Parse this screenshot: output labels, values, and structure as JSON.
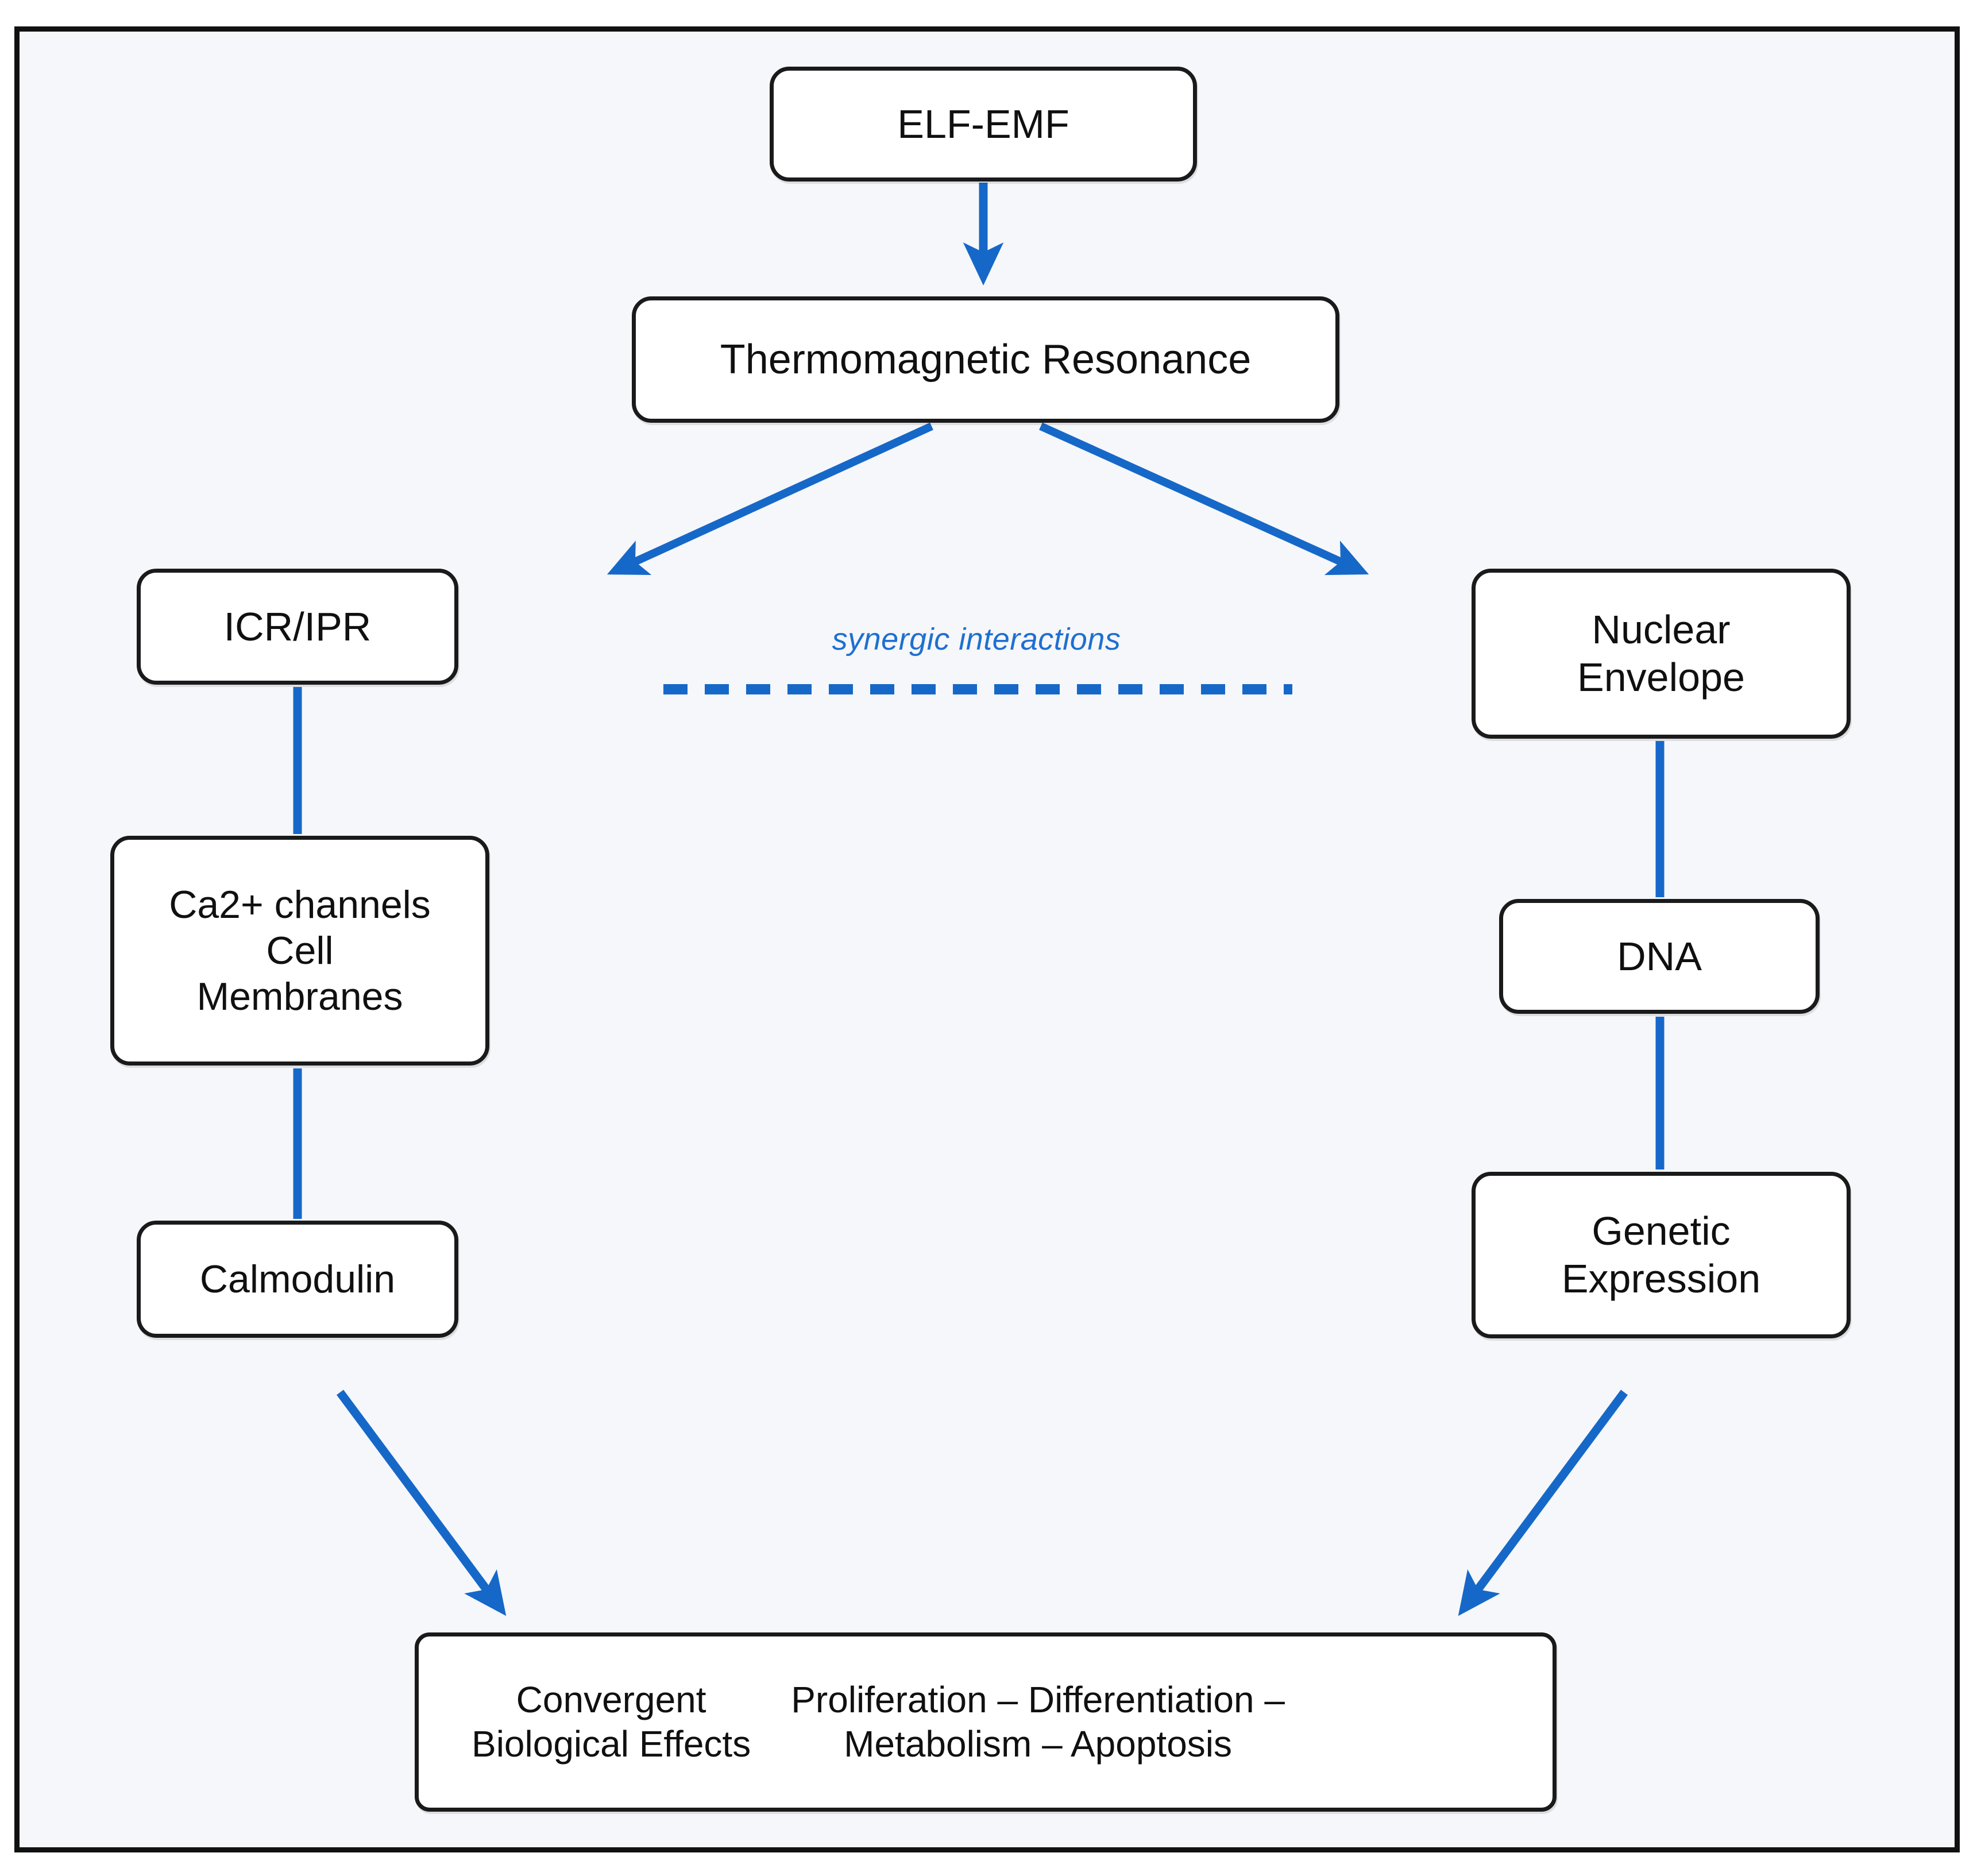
{
  "diagram": {
    "title": "ELF-EMF mechanism pathway",
    "background_color": "#f5f7fa",
    "frame_color": "#111111",
    "node_border_color": "#1a1a1a",
    "connector_color": "#1668c8",
    "annotation_color": "#1f6fd0"
  },
  "nodes": {
    "elf_emf": {
      "label": "ELF-EMF"
    },
    "thermomagnetic_resonance": {
      "label": "Thermomagnetic Resonance"
    },
    "icr_ipr": {
      "label": "ICR/IPR"
    },
    "ca_channels": {
      "label": "Ca2+ channels\nCell\nMembranes"
    },
    "calmodulin": {
      "label": "Calmodulin"
    },
    "nuclear_envelope": {
      "label": "Nuclear\nEnvelope"
    },
    "dna": {
      "label": "DNA"
    },
    "genetic_expression": {
      "label": "Genetic\nExpression"
    },
    "convergent_effects": {
      "left_label": "Convergent\nBiological Effects",
      "right_label": "Proliferation – Differentiation –\nMetabolism – Apoptosis"
    }
  },
  "annotations": {
    "synergic": {
      "label": "synergic interactions"
    }
  },
  "connectors": [
    {
      "name": "elf-emf-to-thermomagnetic-resonance",
      "type": "arrow",
      "from": "elf_emf",
      "to": "thermomagnetic_resonance"
    },
    {
      "name": "thermomagnetic-resonance-to-icr-ipr",
      "type": "arrow",
      "from": "thermomagnetic_resonance",
      "to": "icr_ipr"
    },
    {
      "name": "thermomagnetic-resonance-to-nuclear-envelope",
      "type": "arrow",
      "from": "thermomagnetic_resonance",
      "to": "nuclear_envelope"
    },
    {
      "name": "icr-ipr-to-ca-channels",
      "type": "line",
      "from": "icr_ipr",
      "to": "ca_channels"
    },
    {
      "name": "ca-channels-to-calmodulin",
      "type": "line",
      "from": "ca_channels",
      "to": "calmodulin"
    },
    {
      "name": "calmodulin-to-convergent-effects",
      "type": "arrow",
      "from": "calmodulin",
      "to": "convergent_effects"
    },
    {
      "name": "nuclear-envelope-to-dna",
      "type": "line",
      "from": "nuclear_envelope",
      "to": "dna"
    },
    {
      "name": "dna-to-genetic-expression",
      "type": "line",
      "from": "dna",
      "to": "genetic_expression"
    },
    {
      "name": "genetic-expression-to-convergent-effects",
      "type": "arrow",
      "from": "genetic_expression",
      "to": "convergent_effects"
    },
    {
      "name": "synergic-interactions-dashed",
      "type": "dashed-line"
    }
  ]
}
